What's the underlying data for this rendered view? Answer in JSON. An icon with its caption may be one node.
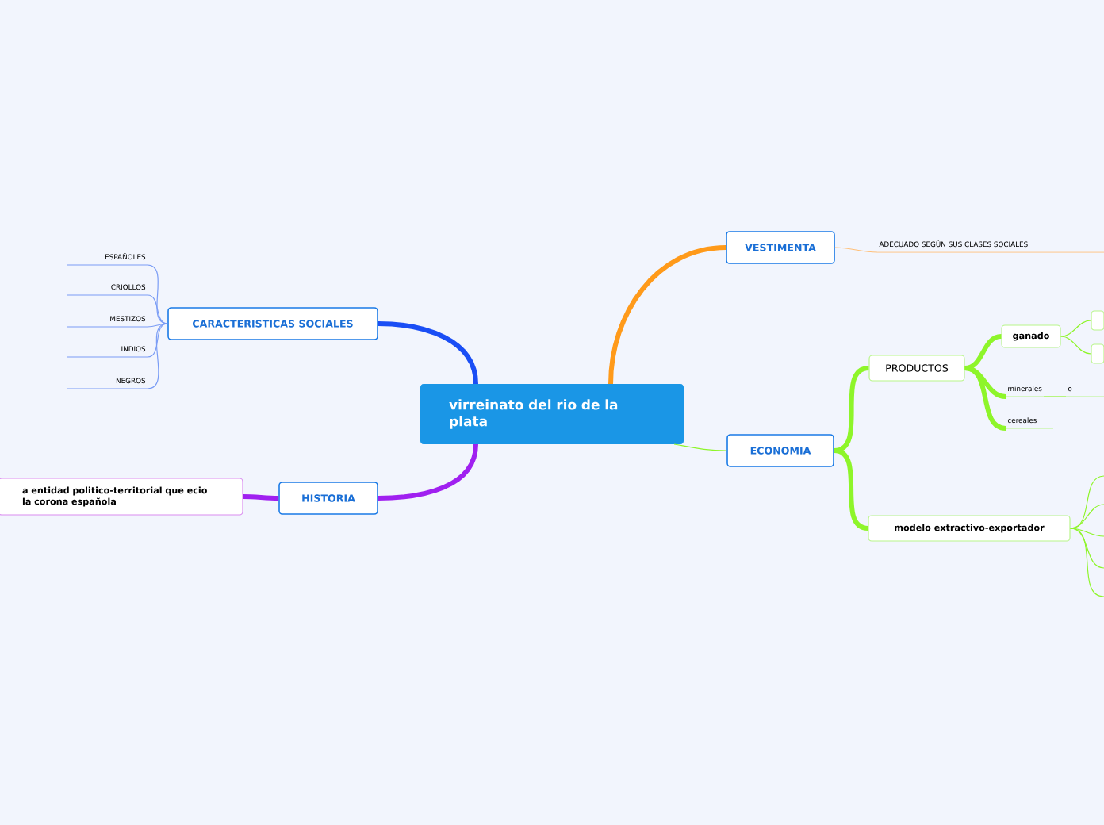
{
  "diagram": {
    "nodes": [
      {
        "text": [
          "virreinato del rio de la plata"
        ]
      },
      {
        "text": [
          "VESTIMENTA"
        ]
      },
      {
        "text": [
          "ADECUADO SEGÚN SUS CLASES SOCIALES"
        ]
      },
      {
        "text": [
          "ECONOMIA"
        ]
      },
      {
        "text": [
          "PRODUCTOS"
        ]
      },
      {
        "text": [
          "ganado"
        ]
      },
      {
        "text": [],
        "shape": "box"
      },
      {
        "text": [],
        "shape": "box"
      },
      {
        "text": [
          "minerales"
        ]
      },
      {
        "text": [
          "o"
        ]
      },
      {
        "text": [
          "cereales"
        ]
      },
      {
        "text": [
          "modelo extractivo-exportador"
        ]
      },
      {
        "text": [
          "CARACTERISTICAS SOCIALES"
        ]
      },
      {
        "text": [
          "ESPAÑOLES"
        ]
      },
      {
        "text": [
          "CRIOLLOS"
        ]
      },
      {
        "text": [
          "MESTIZOS"
        ]
      },
      {
        "text": [
          "INDIOS"
        ]
      },
      {
        "text": [
          "NEGROS"
        ]
      },
      {
        "text": [
          "HISTORIA"
        ]
      },
      {
        "text": [
          "a entidad politico-territorial que ecio la corona española"
        ]
      }
    ],
    "edges": [
      {
        "from": 0,
        "to": 1,
        "arrow": "none",
        "style": "thick",
        "color": "#ff9a1a"
      },
      {
        "from": 1,
        "to": 2,
        "arrow": "none",
        "color": "#ffc07a"
      },
      {
        "from": 0,
        "to": 3,
        "arrow": "none"
      },
      {
        "from": 3,
        "to": 4,
        "arrow": "none",
        "style": "thick"
      },
      {
        "from": 4,
        "to": 5,
        "arrow": "none",
        "style": "thick"
      },
      {
        "from": 5,
        "to": 6,
        "arrow": "none"
      },
      {
        "from": 5,
        "to": 7,
        "arrow": "none"
      },
      {
        "from": 4,
        "to": 8,
        "arrow": "none",
        "style": "thick"
      },
      {
        "from": 8,
        "to": 9,
        "arrow": "none"
      },
      {
        "from": 4,
        "to": 10,
        "arrow": "none",
        "style": "thick"
      },
      {
        "from": 3,
        "to": 11,
        "arrow": "none",
        "style": "thick"
      },
      {
        "from": 11,
        "to": null,
        "arrow": "none"
      },
      {
        "from": 11,
        "to": null,
        "arrow": "none"
      },
      {
        "from": 11,
        "to": null,
        "arrow": "none"
      },
      {
        "from": 11,
        "to": null,
        "arrow": "none"
      },
      {
        "from": 11,
        "to": null,
        "arrow": "none"
      },
      {
        "from": 0,
        "to": 12,
        "arrow": "none",
        "style": "thick",
        "color": "#1a4ef5"
      },
      {
        "from": 12,
        "to": 13,
        "arrow": "none",
        "color": "#7a9cf5"
      },
      {
        "from": 12,
        "to": 14,
        "arrow": "none",
        "color": "#7a9cf5"
      },
      {
        "from": 12,
        "to": 15,
        "arrow": "none",
        "color": "#7a9cf5"
      },
      {
        "from": 12,
        "to": 16,
        "arrow": "none",
        "color": "#7a9cf5"
      },
      {
        "from": 12,
        "to": 17,
        "arrow": "none",
        "color": "#7a9cf5"
      },
      {
        "from": 0,
        "to": 18,
        "arrow": "none",
        "style": "thick",
        "color": "#a020f0"
      },
      {
        "from": 18,
        "to": 19,
        "arrow": "none",
        "style": "thick",
        "color": "#a020f0"
      }
    ]
  }
}
